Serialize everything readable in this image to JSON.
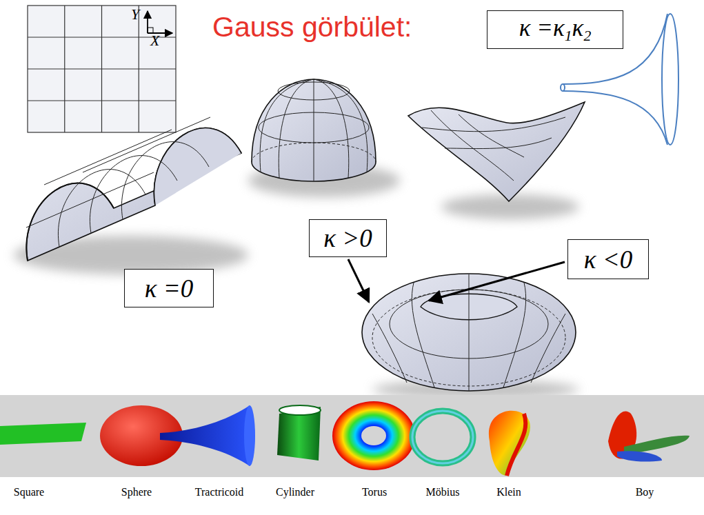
{
  "diagram": {
    "title": "Gauss görbület:",
    "nodes": [
      {
        "text": [
          "κ =κ1κ2"
        ]
      },
      {
        "text": [
          "κ =0"
        ]
      },
      {
        "text": [
          "κ >0"
        ]
      },
      {
        "text": [
          "κ <0"
        ]
      }
    ],
    "labels": [
      "Y",
      "X",
      "Square",
      "Sphere",
      "Tractricoid",
      "Cylinder",
      "Torus",
      "Möbius",
      "Klein",
      "Boy"
    ]
  }
}
